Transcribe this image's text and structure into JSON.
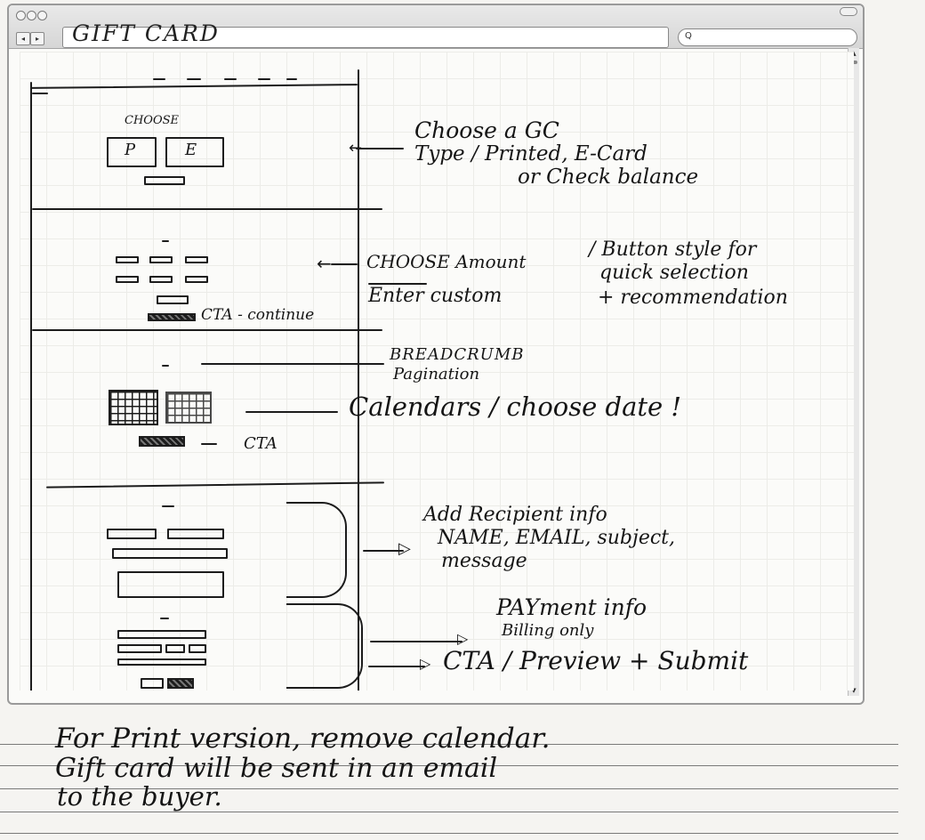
{
  "browser": {
    "url_text": "GIFT CARD",
    "nav_back": "◂",
    "nav_forward": "▸",
    "search_icon": "magnifier-icon",
    "search_glyph": "Q"
  },
  "sketch": {
    "choose_label": "CHOOSE",
    "printed_button_label": "P",
    "ecard_button_label": "E",
    "cta_continue_label": "CTA - continue",
    "cta_label": "CTA"
  },
  "annotations": {
    "gc_type_1": "Choose a GC",
    "gc_type_2": "Type / Printed, E-Card",
    "gc_type_3": "or Check balance",
    "amount_1": "CHOOSE Amount",
    "amount_2": "Enter custom",
    "button_style_1": "/ Button style for",
    "button_style_2": "quick selection",
    "button_style_3": "+ recommendation",
    "breadcrumb_1": "BREADCRUMB",
    "breadcrumb_2": "Pagination",
    "calendar": "Calendars / choose date !",
    "recipient_1": "Add Recipient info",
    "recipient_2": "NAME, EMAIL, subject,",
    "recipient_3": "message",
    "payment_1": "PAYment info",
    "payment_2": "Billing only",
    "cta_preview": "CTA / Preview + Submit"
  },
  "notebook": {
    "line_1": "For Print version, remove calendar.",
    "line_2": "Gift card will be sent in an email",
    "line_3": "to the buyer."
  }
}
